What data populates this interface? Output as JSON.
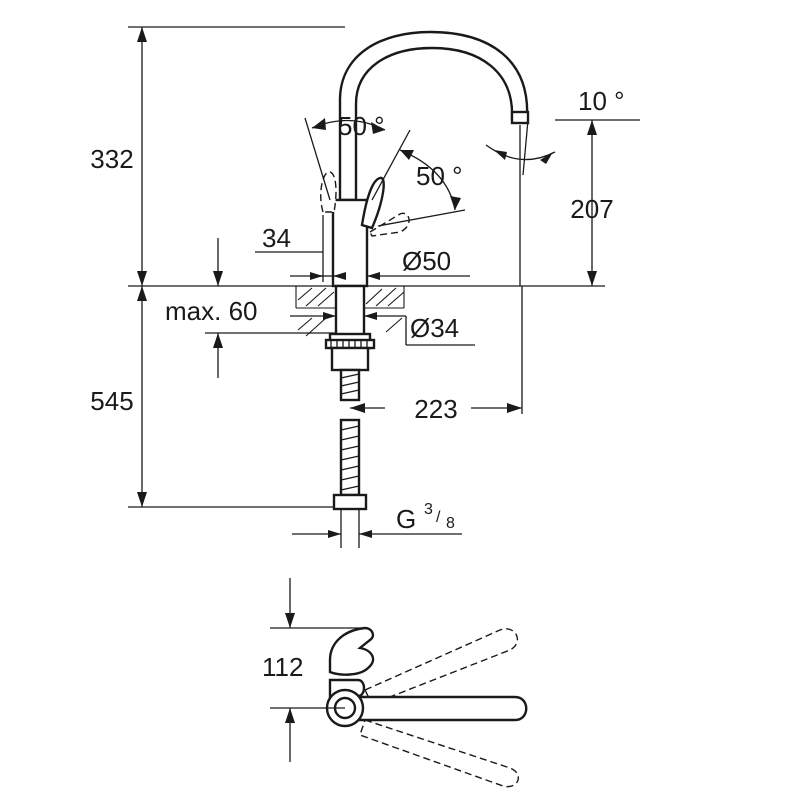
{
  "dimensions": {
    "height_above_deck": "332",
    "angle_spout": "10 °",
    "angle_lever_top": "50 °",
    "angle_lever_side": "50 °",
    "outlet_height": "207",
    "lever_offset": "34",
    "body_diameter": "Ø50",
    "max_deck": "max. 60",
    "hole_diameter": "Ø34",
    "hose_length": "545",
    "reach": "223",
    "thread_main": "G",
    "thread_num": "3",
    "thread_den": "8",
    "lever_height": "112"
  }
}
